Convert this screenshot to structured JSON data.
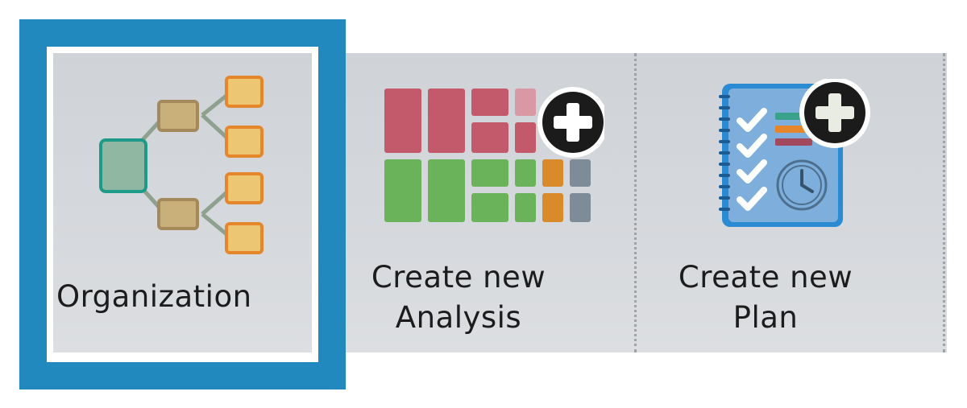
{
  "tiles": [
    {
      "id": "organization",
      "label": "Organization",
      "icon": "org-chart-icon",
      "selected": true
    },
    {
      "id": "analysis",
      "label": "Create new\nAnalysis",
      "icon": "treemap-add-icon",
      "selected": false
    },
    {
      "id": "plan",
      "label": "Create new\nPlan",
      "icon": "checklist-plan-add-icon",
      "selected": false
    }
  ],
  "colors": {
    "selection": "#2289bf",
    "tile_bg": "#d3d6da",
    "analysis_red": "#c35a6c",
    "analysis_green": "#6bb35a",
    "analysis_orange": "#d98a2b",
    "analysis_gray": "#7d8c96",
    "org_teal": "#1f9a88",
    "org_orange": "#e5862a",
    "org_olive": "#a5895a",
    "plan_blue": "#2a8bd3"
  }
}
